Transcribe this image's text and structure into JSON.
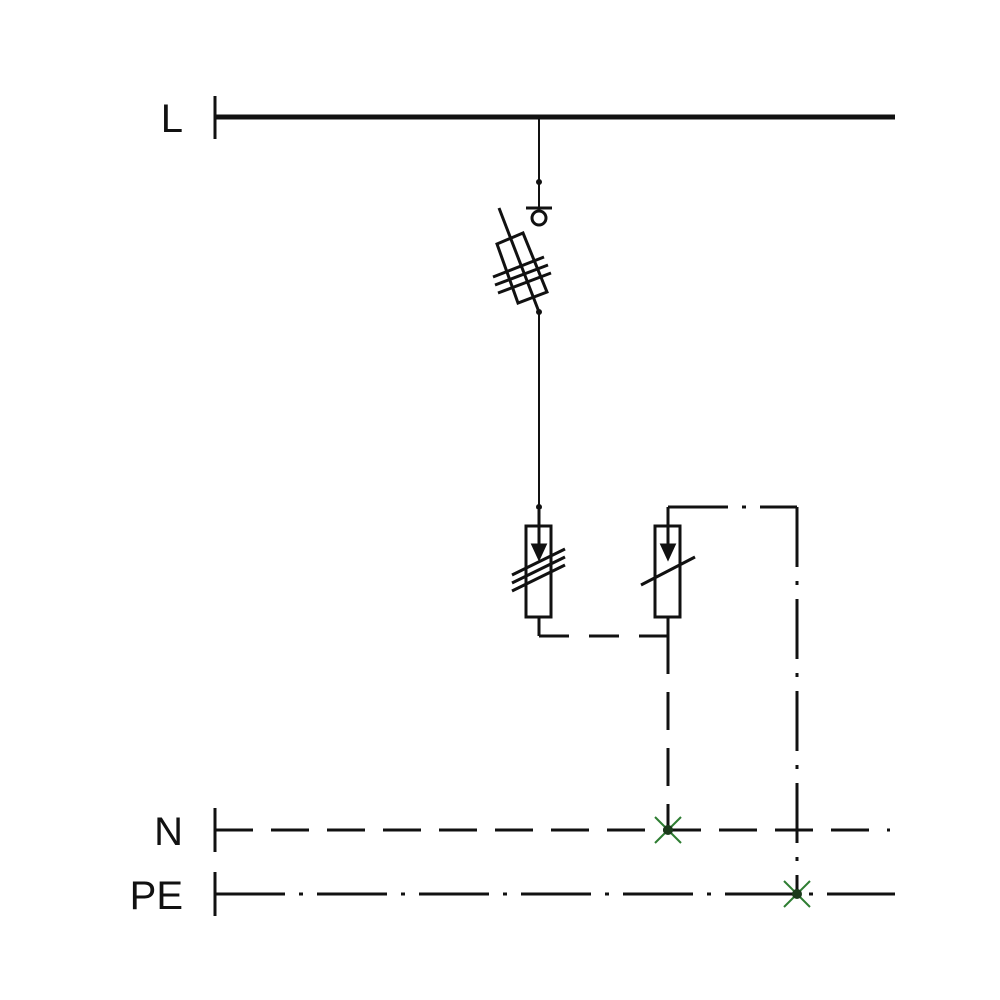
{
  "labels": {
    "line": "L",
    "neutral": "N",
    "protective_earth": "PE"
  },
  "colors": {
    "stroke": "#111111",
    "junction_mark": "#2e7d32"
  }
}
